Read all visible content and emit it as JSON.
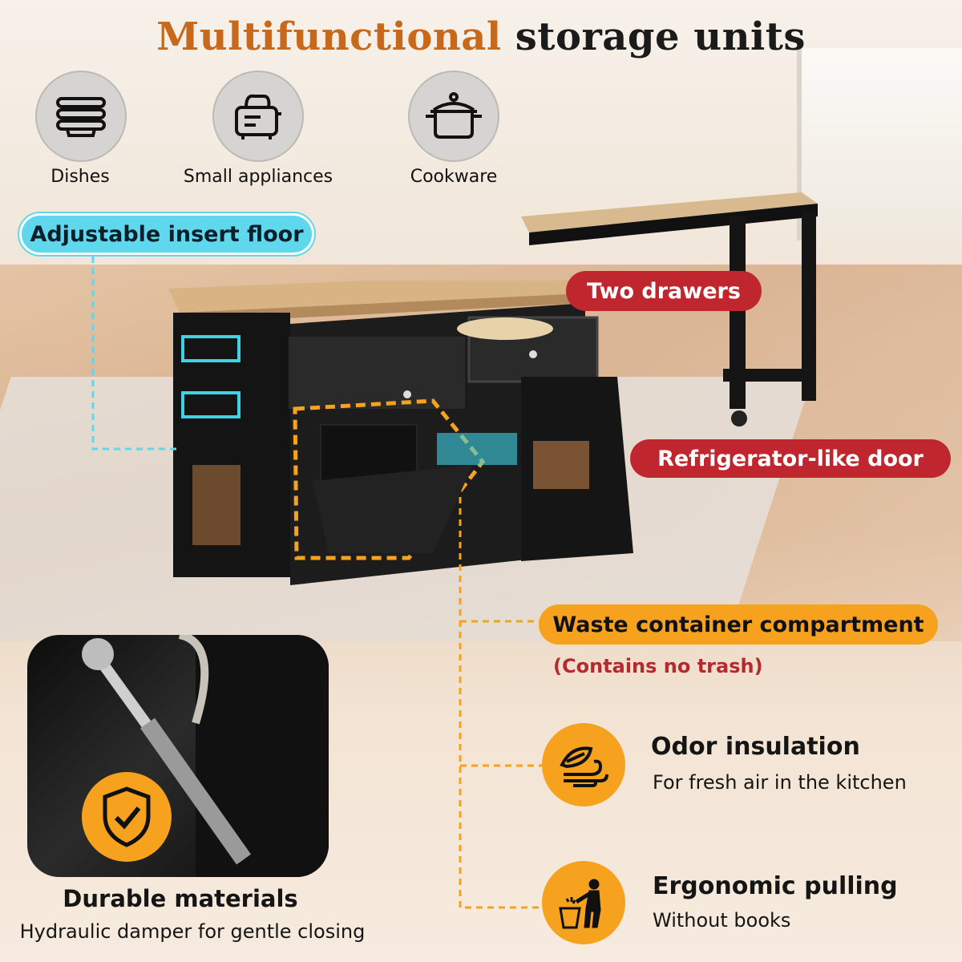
{
  "title": {
    "highlight": "Multifunctional",
    "rest": "storage units"
  },
  "storage_icons": [
    {
      "label": "Dishes",
      "icon": "dishes-icon"
    },
    {
      "label": "Small appliances",
      "icon": "toaster-icon"
    },
    {
      "label": "Cookware",
      "icon": "pot-icon"
    }
  ],
  "callouts": {
    "insert_floor": "Adjustable insert floor",
    "drawers": "Two drawers",
    "door": "Refrigerator-like door",
    "waste": "Waste container compartment",
    "waste_note": "(Contains no trash)"
  },
  "features": [
    {
      "title": "Odor insulation",
      "subtitle": "For fresh air in the kitchen",
      "icon": "odor-icon"
    },
    {
      "title": "Ergonomic pulling",
      "subtitle": "Without books",
      "icon": "trash-person-icon"
    }
  ],
  "durable": {
    "title": "Durable materials",
    "subtitle": "Hydraulic damper for gentle closing",
    "icon": "shield-check-icon"
  },
  "colors": {
    "accent_orange": "#f6a21e",
    "title_orange": "#c8681a",
    "accent_red": "#c0262e",
    "accent_cyan": "#5fd7ec"
  }
}
